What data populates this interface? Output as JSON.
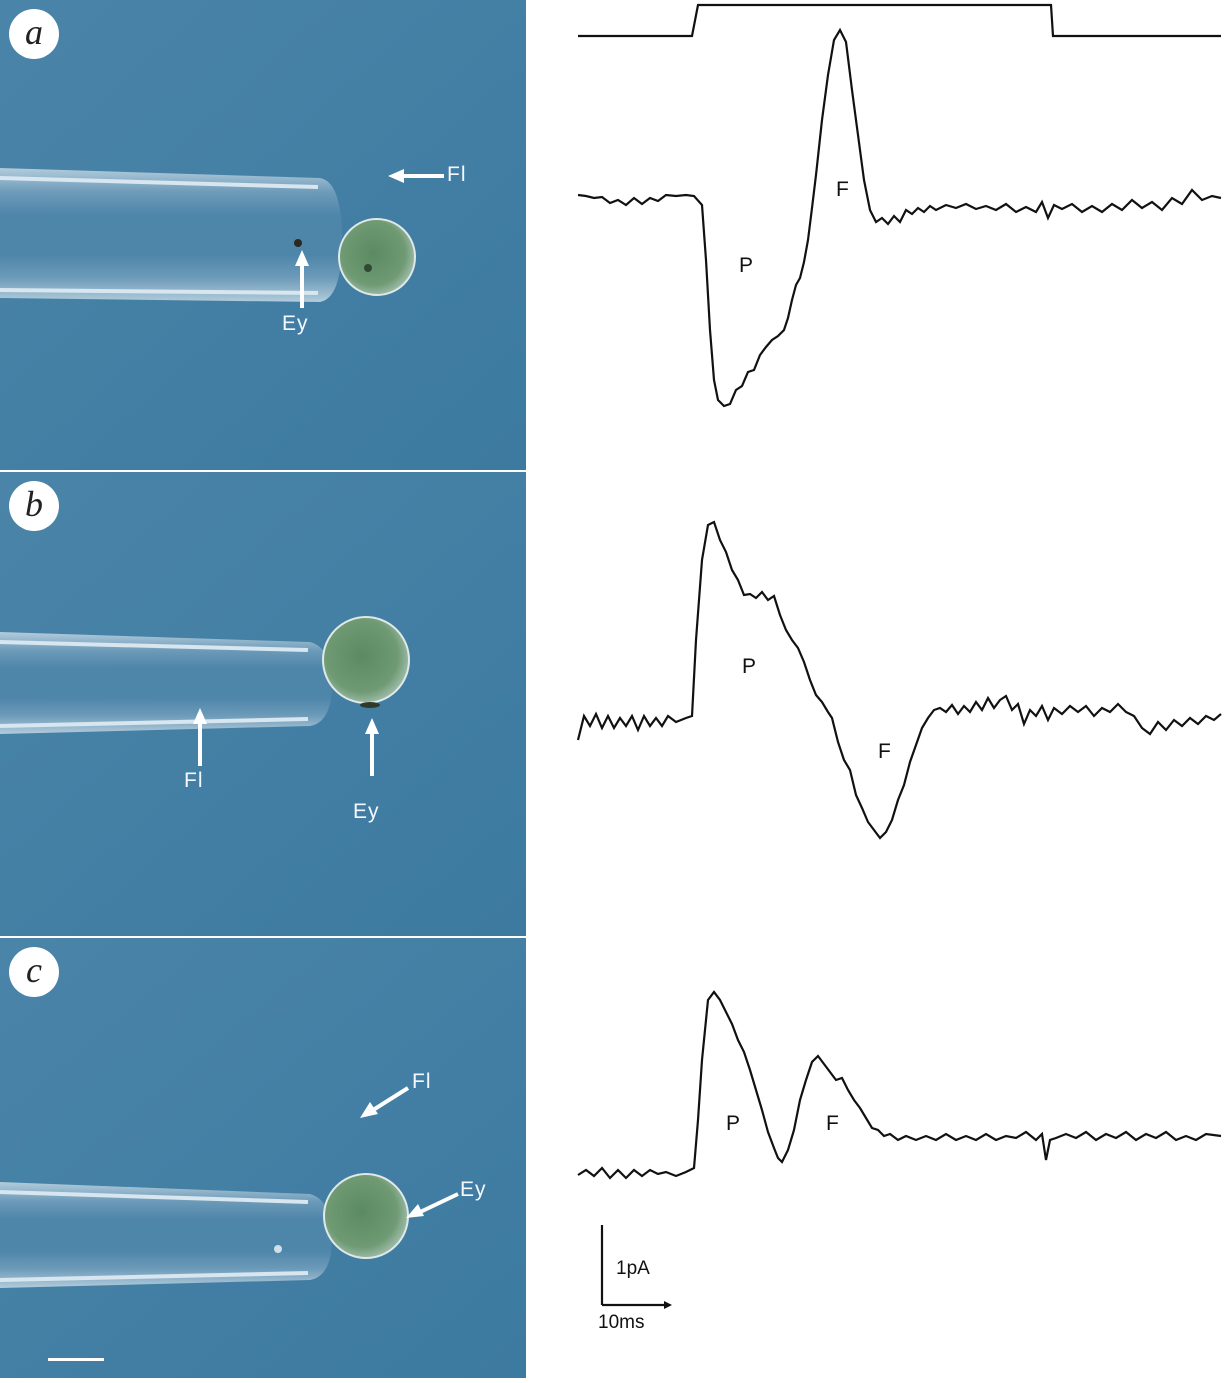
{
  "panels": [
    {
      "label": "a",
      "annotations": {
        "flagellum": "Fl",
        "eyespot": "Ey"
      }
    },
    {
      "label": "b",
      "annotations": {
        "flagellum": "Fl",
        "eyespot": "Ey"
      }
    },
    {
      "label": "c",
      "annotations": {
        "flagellum": "Fl",
        "eyespot": "Ey"
      }
    }
  ],
  "traces": [
    {
      "peak1": "P",
      "peak2": "F"
    },
    {
      "peak1": "P",
      "peak2": "F"
    },
    {
      "peak1": "P",
      "peak2": "F"
    }
  ],
  "scale_bar": {
    "current": "1pA",
    "time": "10ms"
  },
  "colors": {
    "background_blue": "#4d86a9",
    "cell_green": "#6f9a73",
    "trace": "#111111"
  }
}
